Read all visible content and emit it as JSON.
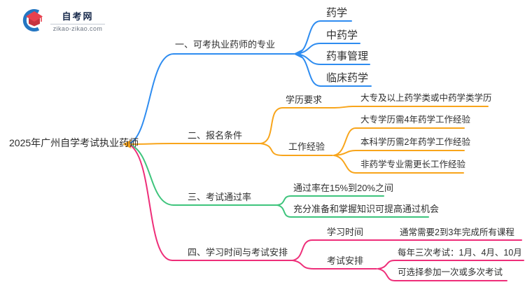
{
  "logo": {
    "site_name": "自考网",
    "site_url": "zikao-zikao.com"
  },
  "root": {
    "title": "2025年广州自学考试执业药师"
  },
  "branches": [
    {
      "label": "一、可考执业药师的专业",
      "color": "#2e8cf0",
      "children": [
        {
          "label": "药学"
        },
        {
          "label": "中药学"
        },
        {
          "label": "药事管理"
        },
        {
          "label": "临床药学"
        }
      ]
    },
    {
      "label": "二、报名条件",
      "color": "#f8a51b",
      "children": [
        {
          "label": "学历要求",
          "children": [
            {
              "label": "大专及以上药学类或中药学类学历"
            }
          ]
        },
        {
          "label": "工作经验",
          "children": [
            {
              "label": "大专学历需4年药学工作经验"
            },
            {
              "label": "本科学历需2年药学工作经验"
            },
            {
              "label": "非药学专业需更长工作经验"
            }
          ]
        }
      ]
    },
    {
      "label": "三、考试通过率",
      "color": "#3ec47c",
      "children": [
        {
          "label": "通过率在15%到20%之间"
        },
        {
          "label": "充分准备和掌握知识可提高通过机会"
        }
      ]
    },
    {
      "label": "四、学习时间与考试安排",
      "color": "#ee2e79",
      "children": [
        {
          "label": "学习时间",
          "children": [
            {
              "label": "通常需要2到3年完成所有课程"
            }
          ]
        },
        {
          "label": "考试安排",
          "children": [
            {
              "label": "每年三次考试：1月、4月、10月"
            },
            {
              "label": "可选择参加一次或多次考试"
            }
          ]
        }
      ]
    }
  ]
}
